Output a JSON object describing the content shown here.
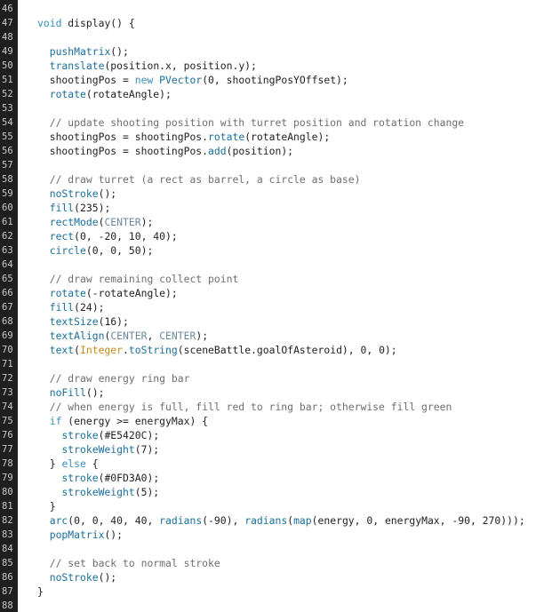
{
  "editor": {
    "colors": {
      "gutter_bg": "#1f1f1f",
      "gutter_text": "#c8c8c8",
      "keyword": "#3a8fb7",
      "function": "#1a6f9a",
      "comment": "#6e6e6e",
      "constant": "#6c8a9c",
      "class": "#c48a16",
      "text": "#222222"
    },
    "lines": [
      {
        "n": "46",
        "tokens": []
      },
      {
        "n": "47",
        "tokens": [
          {
            "t": "kw",
            "v": "void"
          },
          {
            "t": "tx",
            "v": " display() {"
          }
        ]
      },
      {
        "n": "48",
        "tokens": []
      },
      {
        "n": "49",
        "tokens": [
          {
            "t": "tx",
            "v": "  "
          },
          {
            "t": "fn",
            "v": "pushMatrix"
          },
          {
            "t": "tx",
            "v": "();"
          }
        ]
      },
      {
        "n": "50",
        "tokens": [
          {
            "t": "tx",
            "v": "  "
          },
          {
            "t": "fn",
            "v": "translate"
          },
          {
            "t": "tx",
            "v": "(position.x, position.y);"
          }
        ]
      },
      {
        "n": "51",
        "tokens": [
          {
            "t": "tx",
            "v": "  shootingPos = "
          },
          {
            "t": "kw",
            "v": "new"
          },
          {
            "t": "tx",
            "v": " "
          },
          {
            "t": "fn",
            "v": "PVector"
          },
          {
            "t": "tx",
            "v": "(0, shootingPosYOffset);"
          }
        ]
      },
      {
        "n": "52",
        "tokens": [
          {
            "t": "tx",
            "v": "  "
          },
          {
            "t": "fn",
            "v": "rotate"
          },
          {
            "t": "tx",
            "v": "(rotateAngle);"
          }
        ]
      },
      {
        "n": "53",
        "tokens": []
      },
      {
        "n": "54",
        "tokens": [
          {
            "t": "cm",
            "v": "  // update shooting position with turret position and rotation change"
          }
        ]
      },
      {
        "n": "55",
        "tokens": [
          {
            "t": "tx",
            "v": "  shootingPos = shootingPos."
          },
          {
            "t": "fn",
            "v": "rotate"
          },
          {
            "t": "tx",
            "v": "(rotateAngle);"
          }
        ]
      },
      {
        "n": "56",
        "tokens": [
          {
            "t": "tx",
            "v": "  shootingPos = shootingPos."
          },
          {
            "t": "fn",
            "v": "add"
          },
          {
            "t": "tx",
            "v": "(position);"
          }
        ]
      },
      {
        "n": "57",
        "tokens": []
      },
      {
        "n": "58",
        "tokens": [
          {
            "t": "cm",
            "v": "  // draw turret (a rect as barrel, a circle as base)"
          }
        ]
      },
      {
        "n": "59",
        "tokens": [
          {
            "t": "tx",
            "v": "  "
          },
          {
            "t": "fn",
            "v": "noStroke"
          },
          {
            "t": "tx",
            "v": "();"
          }
        ]
      },
      {
        "n": "60",
        "tokens": [
          {
            "t": "tx",
            "v": "  "
          },
          {
            "t": "fn",
            "v": "fill"
          },
          {
            "t": "tx",
            "v": "(235);"
          }
        ]
      },
      {
        "n": "61",
        "tokens": [
          {
            "t": "tx",
            "v": "  "
          },
          {
            "t": "fn",
            "v": "rectMode"
          },
          {
            "t": "tx",
            "v": "("
          },
          {
            "t": "con",
            "v": "CENTER"
          },
          {
            "t": "tx",
            "v": ");"
          }
        ]
      },
      {
        "n": "62",
        "tokens": [
          {
            "t": "tx",
            "v": "  "
          },
          {
            "t": "fn",
            "v": "rect"
          },
          {
            "t": "tx",
            "v": "(0, -20, 10, 40);"
          }
        ]
      },
      {
        "n": "63",
        "tokens": [
          {
            "t": "tx",
            "v": "  "
          },
          {
            "t": "fn",
            "v": "circle"
          },
          {
            "t": "tx",
            "v": "(0, 0, 50);"
          }
        ]
      },
      {
        "n": "64",
        "tokens": []
      },
      {
        "n": "65",
        "tokens": [
          {
            "t": "cm",
            "v": "  // draw remaining collect point"
          }
        ]
      },
      {
        "n": "66",
        "tokens": [
          {
            "t": "tx",
            "v": "  "
          },
          {
            "t": "fn",
            "v": "rotate"
          },
          {
            "t": "tx",
            "v": "(-rotateAngle);"
          }
        ]
      },
      {
        "n": "67",
        "tokens": [
          {
            "t": "tx",
            "v": "  "
          },
          {
            "t": "fn",
            "v": "fill"
          },
          {
            "t": "tx",
            "v": "(24);"
          }
        ]
      },
      {
        "n": "68",
        "tokens": [
          {
            "t": "tx",
            "v": "  "
          },
          {
            "t": "fn",
            "v": "textSize"
          },
          {
            "t": "tx",
            "v": "(16);"
          }
        ]
      },
      {
        "n": "69",
        "tokens": [
          {
            "t": "tx",
            "v": "  "
          },
          {
            "t": "fn",
            "v": "textAlign"
          },
          {
            "t": "tx",
            "v": "("
          },
          {
            "t": "con",
            "v": "CENTER"
          },
          {
            "t": "tx",
            "v": ", "
          },
          {
            "t": "con",
            "v": "CENTER"
          },
          {
            "t": "tx",
            "v": ");"
          }
        ]
      },
      {
        "n": "70",
        "tokens": [
          {
            "t": "tx",
            "v": "  "
          },
          {
            "t": "fn",
            "v": "text"
          },
          {
            "t": "tx",
            "v": "("
          },
          {
            "t": "cls",
            "v": "Integer"
          },
          {
            "t": "tx",
            "v": "."
          },
          {
            "t": "fn",
            "v": "toString"
          },
          {
            "t": "tx",
            "v": "(sceneBattle.goalOfAsteroid), 0, 0);"
          }
        ]
      },
      {
        "n": "71",
        "tokens": []
      },
      {
        "n": "72",
        "tokens": [
          {
            "t": "cm",
            "v": "  // draw energy ring bar"
          }
        ]
      },
      {
        "n": "73",
        "tokens": [
          {
            "t": "tx",
            "v": "  "
          },
          {
            "t": "fn",
            "v": "noFill"
          },
          {
            "t": "tx",
            "v": "();"
          }
        ]
      },
      {
        "n": "74",
        "tokens": [
          {
            "t": "cm",
            "v": "  // when energy is full, fill red to ring bar; otherwise fill green"
          }
        ]
      },
      {
        "n": "75",
        "tokens": [
          {
            "t": "tx",
            "v": "  "
          },
          {
            "t": "kw",
            "v": "if"
          },
          {
            "t": "tx",
            "v": " (energy >= energyMax) {"
          }
        ]
      },
      {
        "n": "76",
        "tokens": [
          {
            "t": "tx",
            "v": "    "
          },
          {
            "t": "fn",
            "v": "stroke"
          },
          {
            "t": "tx",
            "v": "(#E5420C);"
          }
        ]
      },
      {
        "n": "77",
        "tokens": [
          {
            "t": "tx",
            "v": "    "
          },
          {
            "t": "fn",
            "v": "strokeWeight"
          },
          {
            "t": "tx",
            "v": "(7);"
          }
        ]
      },
      {
        "n": "78",
        "tokens": [
          {
            "t": "tx",
            "v": "  } "
          },
          {
            "t": "kw",
            "v": "else"
          },
          {
            "t": "tx",
            "v": " {"
          }
        ]
      },
      {
        "n": "79",
        "tokens": [
          {
            "t": "tx",
            "v": "    "
          },
          {
            "t": "fn",
            "v": "stroke"
          },
          {
            "t": "tx",
            "v": "(#0FD3A0);"
          }
        ]
      },
      {
        "n": "80",
        "tokens": [
          {
            "t": "tx",
            "v": "    "
          },
          {
            "t": "fn",
            "v": "strokeWeight"
          },
          {
            "t": "tx",
            "v": "(5);"
          }
        ]
      },
      {
        "n": "81",
        "tokens": [
          {
            "t": "tx",
            "v": "  }"
          }
        ]
      },
      {
        "n": "82",
        "tokens": [
          {
            "t": "tx",
            "v": "  "
          },
          {
            "t": "fn",
            "v": "arc"
          },
          {
            "t": "tx",
            "v": "(0, 0, 40, 40, "
          },
          {
            "t": "fn",
            "v": "radians"
          },
          {
            "t": "tx",
            "v": "(-90), "
          },
          {
            "t": "fn",
            "v": "radians"
          },
          {
            "t": "tx",
            "v": "("
          },
          {
            "t": "fn",
            "v": "map"
          },
          {
            "t": "tx",
            "v": "(energy, 0, energyMax, -90, 270)));"
          }
        ]
      },
      {
        "n": "83",
        "tokens": [
          {
            "t": "tx",
            "v": "  "
          },
          {
            "t": "fn",
            "v": "popMatrix"
          },
          {
            "t": "tx",
            "v": "();"
          }
        ]
      },
      {
        "n": "84",
        "tokens": []
      },
      {
        "n": "85",
        "tokens": [
          {
            "t": "cm",
            "v": "  // set back to normal stroke"
          }
        ]
      },
      {
        "n": "86",
        "tokens": [
          {
            "t": "tx",
            "v": "  "
          },
          {
            "t": "fn",
            "v": "noStroke"
          },
          {
            "t": "tx",
            "v": "();"
          }
        ]
      },
      {
        "n": "87",
        "tokens": [
          {
            "t": "tx",
            "v": "}"
          }
        ]
      },
      {
        "n": "88",
        "tokens": []
      }
    ]
  }
}
